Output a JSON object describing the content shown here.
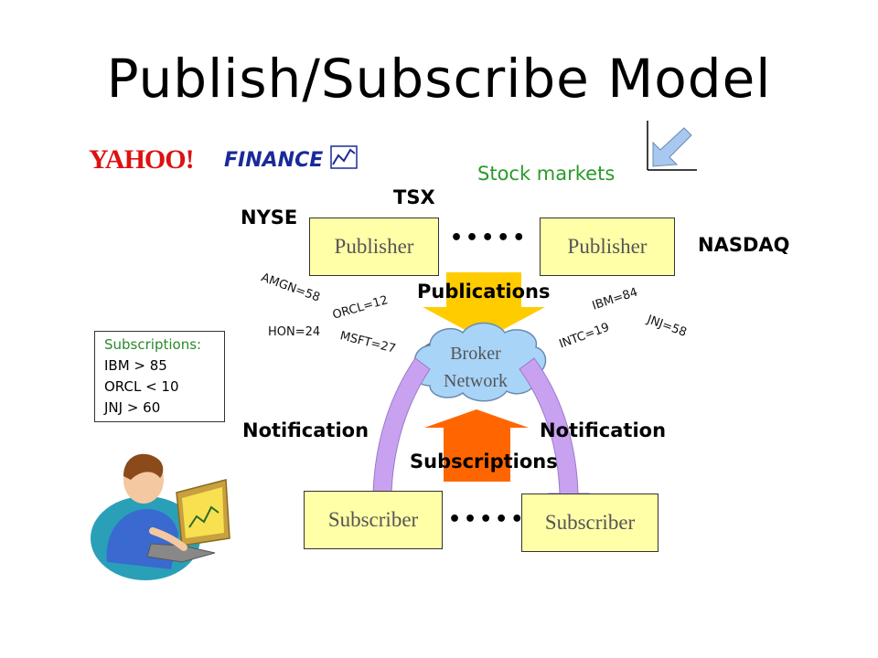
{
  "title": "Publish/Subscribe Model",
  "logo": {
    "brand": "YAHOO!",
    "product": "FINANCE"
  },
  "stock_markets": "Stock markets",
  "markets": {
    "tsx": "TSX",
    "nyse": "NYSE",
    "nasdaq": "NASDAQ"
  },
  "publishers": [
    "Publisher",
    "Publisher"
  ],
  "subscribers": [
    "Subscriber",
    "Subscriber"
  ],
  "dots": "•••••",
  "publications": "Publications",
  "subscriptions_label": "Subscriptions",
  "notification": "Notification",
  "broker": {
    "line1": "Broker",
    "line2": "Network"
  },
  "quotes": {
    "amgn": "AMGN=58",
    "orcl": "ORCL=12",
    "hon": "HON=24",
    "msft": "MSFT=27",
    "ibm": "IBM=84",
    "jnj": "JNJ=58",
    "intc": "INTC=19"
  },
  "subscription_box": {
    "heading": "Subscriptions:",
    "rules": [
      "IBM > 85",
      "ORCL < 10",
      "JNJ > 60"
    ]
  },
  "colors": {
    "box_fill": "#ffffa8",
    "pub_arrow": "#ffcc00",
    "sub_arrow": "#ff6600",
    "notify_arrow": "#c8a2f0",
    "cloud": "#a8d4f8",
    "accent_green": "#2a9a2a"
  }
}
